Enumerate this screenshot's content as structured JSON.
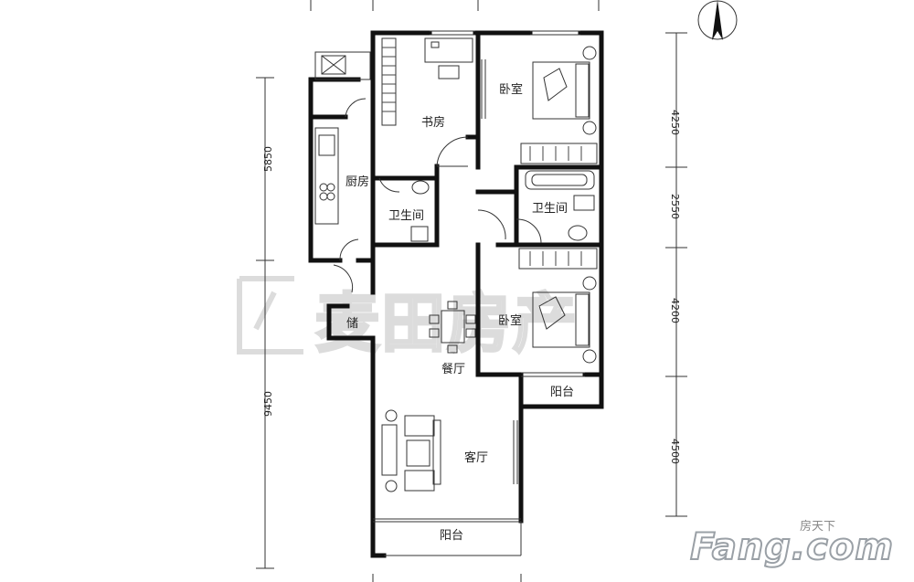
{
  "rooms": {
    "study": "书房",
    "bedroom1": "卧室",
    "kitchen": "厨房",
    "bath1": "卫生间",
    "bath2": "卫生间",
    "storage": "储",
    "bedroom2": "卧室",
    "dining": "餐厅",
    "balcony1": "阳台",
    "living": "客厅",
    "balcony2": "阳台"
  },
  "dimensions": {
    "left_top": "5850",
    "left_bottom": "9450",
    "right_1": "4250",
    "right_2": "2550",
    "right_3": "4200",
    "right_4": "4500"
  },
  "watermark": "麦田房产",
  "logo": {
    "brand": "Fang.com",
    "cn": "房天下"
  },
  "colors": {
    "wall": "#111111",
    "watermark": "#dcdcdc"
  }
}
